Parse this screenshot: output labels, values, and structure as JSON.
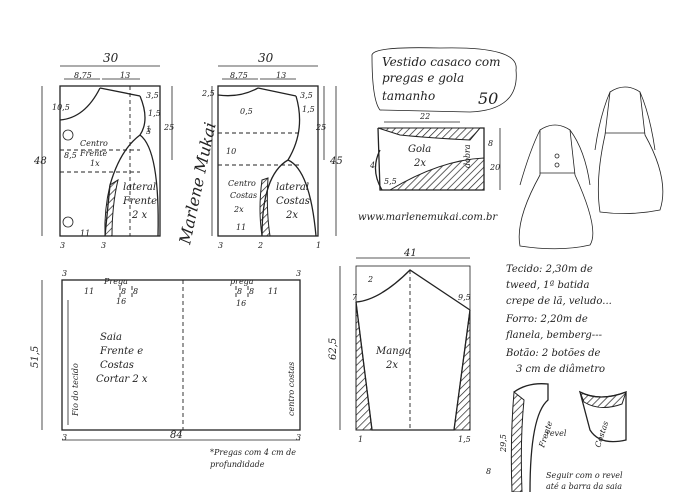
{
  "title": {
    "line1": "Vestido casaco com",
    "line2": "pregas e gola",
    "line3": "tamanho",
    "size": "50"
  },
  "website": "www.marlenemukai.com.br",
  "signature": "Marlene Mukai",
  "bodice_front": {
    "width": "30",
    "seg1": "8,75",
    "seg2": "13",
    "height": "48",
    "m1": "10,5",
    "m2": "3,5",
    "m3": "1,5",
    "m4": "8,5",
    "m5": "1",
    "m6": "25",
    "m7": "3",
    "m8": "11",
    "m9": "3",
    "m10": "3",
    "label_center": "Centro",
    "label_center2": "Frente",
    "label_center3": "1x",
    "label_lateral": "lateral",
    "label_lateral2": "Frente",
    "label_lateral3": "2 x"
  },
  "bodice_back": {
    "width": "30",
    "seg1": "8,75",
    "seg2": "13",
    "height": "45",
    "m1": "2,5",
    "m2": "3,5",
    "m3": "0,5",
    "m4": "1,5",
    "m5": "10",
    "m6": "25",
    "m7": "11",
    "m8": "2",
    "m9": "1",
    "m10": "3",
    "label_center": "Centro",
    "label_center2": "Costas",
    "label_center3": "2x",
    "label_lateral": "lateral",
    "label_lateral2": "Costas",
    "label_lateral3": "2x"
  },
  "collar": {
    "width": "22",
    "height": "8",
    "height2": "20",
    "m1": "4",
    "m2": "5,5",
    "label": "Gola",
    "count": "2x",
    "dobra": "dobra"
  },
  "skirt": {
    "width": "84",
    "height": "51,5",
    "prega1": "Prega",
    "prega2": "prega",
    "p1a": "11",
    "p1b": "8",
    "p1c": "8",
    "p1d": "16",
    "p2a": "8",
    "p2b": "8",
    "p2c": "11",
    "p2d": "16",
    "corner": "3",
    "corner2": "3",
    "corner3": "3",
    "corner4": "3",
    "fold_label": "Fio do tecido",
    "back_label": "centro costas",
    "label1": "Saia",
    "label2": "Frente e",
    "label3": "Costas",
    "label4": "Cortar 2 x",
    "note1": "*Pregas com 4 cm de",
    "note2": "profundidade"
  },
  "sleeve": {
    "width": "41",
    "height": "62,5",
    "m1": "2",
    "m2": "7",
    "m3": "9,5",
    "m4": "1",
    "m5": "1,5",
    "label": "Manga",
    "count": "2x"
  },
  "materials": {
    "l1": "Tecido: 2,30m de",
    "l2": "tweed, 1ª batida",
    "l3": "crepe de lã, veludo...",
    "l4": "Forro: 2,20m de",
    "l5": "flanela, bemberg---",
    "l6": "Botão: 2 botões de",
    "l7": "3 cm de diâmetro"
  },
  "facing": {
    "label1": "Frente",
    "label2": "revel",
    "label3": "Costas",
    "m1": "29,5",
    "m2": "8",
    "note1": "Seguir com o revel",
    "note2": "até a barra da saia"
  }
}
